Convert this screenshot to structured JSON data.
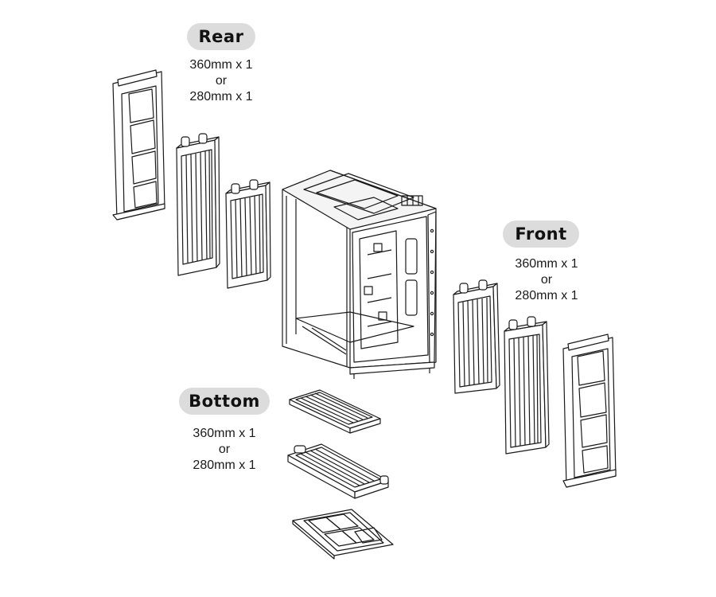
{
  "groups": {
    "rear": {
      "title": "Rear",
      "line1": "360mm x 1",
      "line2": "or",
      "line3": "280mm x 1"
    },
    "front": {
      "title": "Front",
      "line1": "360mm x 1",
      "line2": "or",
      "line3": "280mm x 1"
    },
    "bottom": {
      "title": "Bottom",
      "line1": "360mm x 1",
      "line2": "or",
      "line3": "280mm x 1"
    }
  },
  "colors": {
    "line": "#1a1a1a",
    "pill": "#dcdcdc",
    "background": "#ffffff"
  }
}
